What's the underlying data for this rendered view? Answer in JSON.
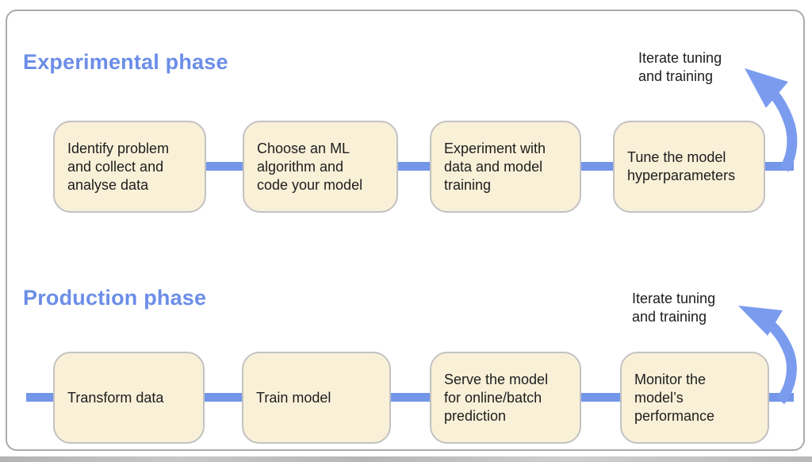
{
  "colors": {
    "heading_blue": "#6c8ee8",
    "accent_blue": "#7396e8",
    "arrow_blue": "#7b9cee",
    "box_fill": "#f9f0d8",
    "box_border": "#c2c2c2",
    "card_border": "#ababab",
    "text_dark": "#1d1d1d"
  },
  "phases": [
    {
      "title": "Experimental phase",
      "steps": [
        "Identify problem\nand collect and\nanalyse data",
        "Choose an ML\nalgorithm and\ncode your model",
        "Experiment with\ndata and model\ntraining",
        "Tune the model\nhyperparameters"
      ],
      "iterate_label": "Iterate tuning\nand training"
    },
    {
      "title": "Production phase",
      "steps": [
        "Transform data",
        "Train model",
        "Serve the model\nfor online/batch\nprediction",
        "Monitor the\nmodel’s\nperformance"
      ],
      "iterate_label": "Iterate tuning\nand training"
    }
  ]
}
